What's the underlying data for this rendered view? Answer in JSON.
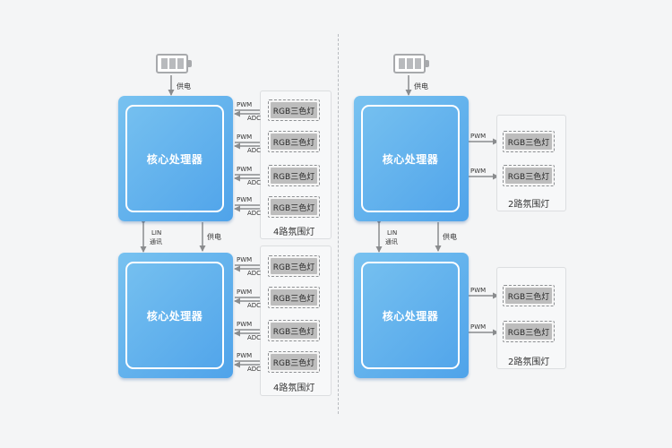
{
  "processor_label": "核心处理器",
  "led_label": "RGB三色灯",
  "power_label": "供电",
  "pwm_label": "PWM",
  "adc_label": "ADC",
  "lin_label": "LIN",
  "comm_label": "通讯",
  "group_4_label": "4路氛围灯",
  "group_2_label": "2路氛围灯",
  "colors": {
    "processor": "#5aaeed",
    "line": "#8a8c8e",
    "led_fill": "#bdbdbd",
    "battery": "#a7a9ac"
  }
}
